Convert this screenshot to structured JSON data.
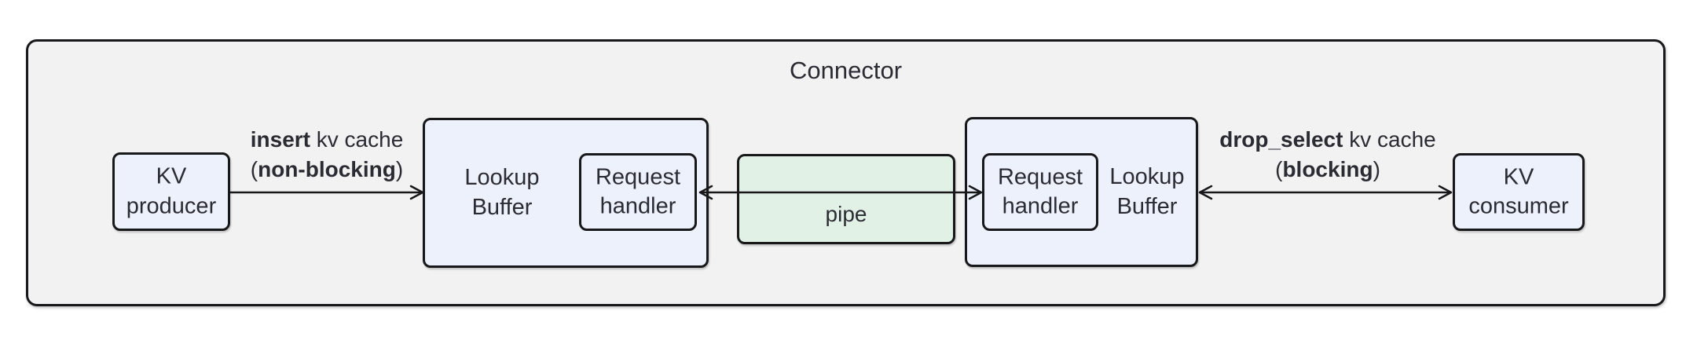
{
  "title": "Connector",
  "nodes": {
    "kv_producer": {
      "line1": "KV",
      "line2": "producer"
    },
    "lookup_buffer_left": {
      "line1": "Lookup",
      "line2": "Buffer"
    },
    "request_handler_left": {
      "line1": "Request",
      "line2": "handler"
    },
    "pipe": {
      "label": "pipe"
    },
    "request_handler_right": {
      "line1": "Request",
      "line2": "handler"
    },
    "lookup_buffer_right": {
      "line1": "Lookup",
      "line2": "Buffer"
    },
    "kv_consumer": {
      "line1": "KV",
      "line2": "consumer"
    }
  },
  "edges": {
    "insert": {
      "line1_bold": "insert",
      "line1_rest": " kv cache",
      "line2_open": "(",
      "line2_bold": "non-blocking",
      "line2_close": ")"
    },
    "drop_select": {
      "line1_bold": "drop_select",
      "line1_rest": " kv cache",
      "line2_open": "(",
      "line2_bold": "blocking",
      "line2_close": ")"
    }
  },
  "colors": {
    "container_fill": "#f2f2f2",
    "node_fill": "#edf1fb",
    "pipe_fill": "#e2f1e6",
    "border": "#18181b",
    "text": "#2b2b33"
  }
}
